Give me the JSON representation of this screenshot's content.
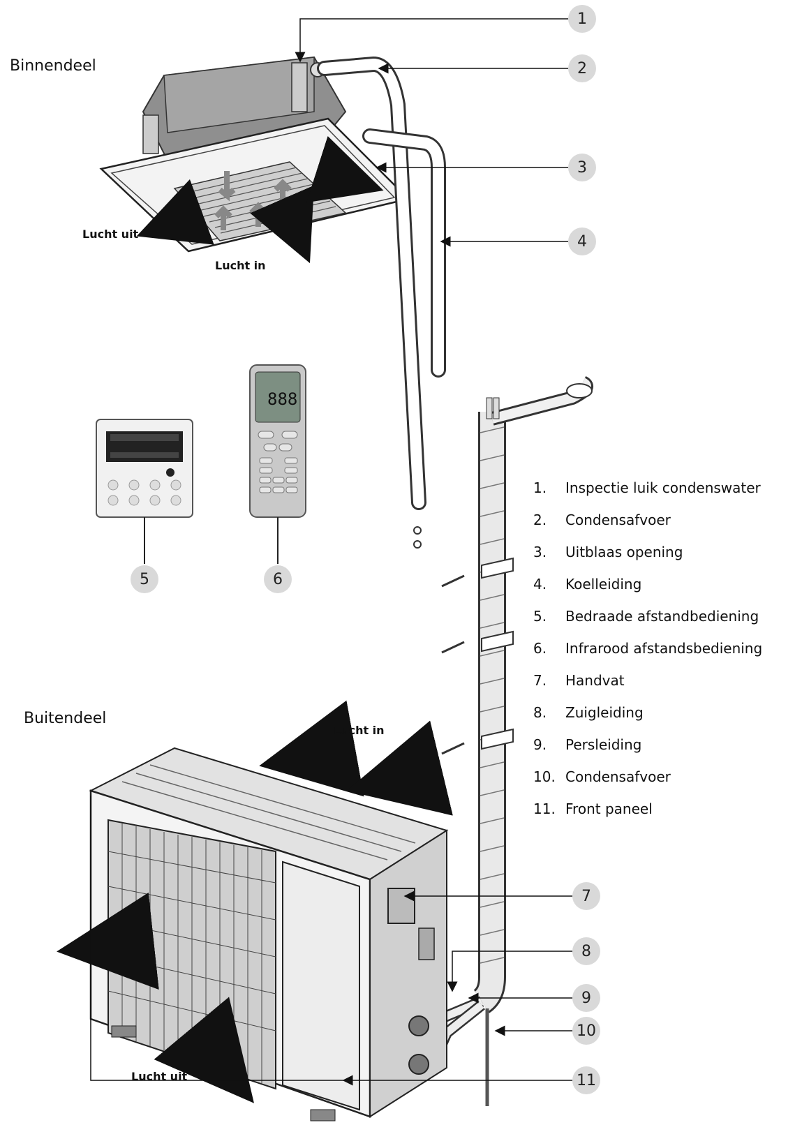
{
  "sections": {
    "indoor": "Binnendeel",
    "outdoor": "Buitendeel"
  },
  "airflow": {
    "indoor_out": "Lucht uit",
    "indoor_in": "Lucht in",
    "outdoor_in": "Lucht in",
    "outdoor_out": "Lucht uit"
  },
  "callouts": [
    "1",
    "2",
    "3",
    "4",
    "5",
    "6",
    "7",
    "8",
    "9",
    "10",
    "11"
  ],
  "legend": [
    {
      "n": "1.",
      "text": "Inspectie luik condenswater"
    },
    {
      "n": "2.",
      "text": "Condensafvoer"
    },
    {
      "n": "3.",
      "text": "Uitblaas opening"
    },
    {
      "n": "4.",
      "text": "Koelleiding"
    },
    {
      "n": "5.",
      "text": "Bedraade afstandbediening"
    },
    {
      "n": "6.",
      "text": "Infrarood afstandsbediening"
    },
    {
      "n": "7.",
      "text": "Handvat"
    },
    {
      "n": "8.",
      "text": "Zuigleiding"
    },
    {
      "n": "9.",
      "text": "Persleiding"
    },
    {
      "n": "10.",
      "text": "Condensafvoer"
    },
    {
      "n": "11.",
      "text": "Front paneel"
    }
  ],
  "remote_display": "888"
}
